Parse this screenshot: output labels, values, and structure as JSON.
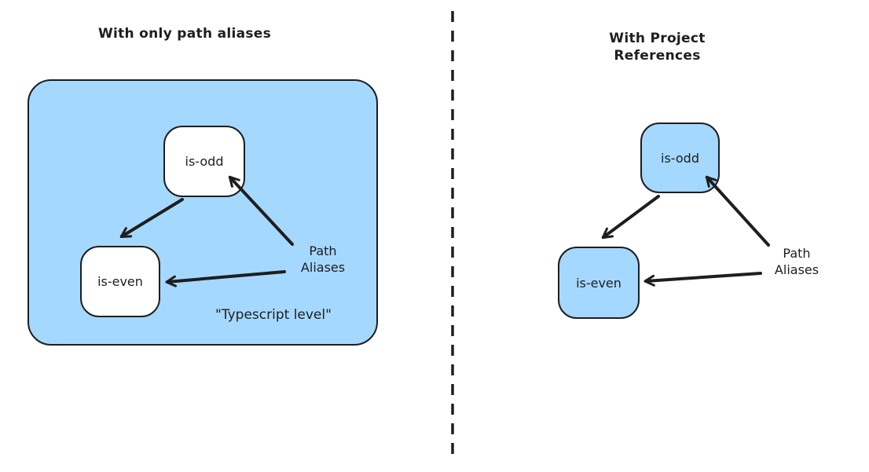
{
  "diagram": {
    "left": {
      "title": "With only path aliases",
      "node_is_odd": "is-odd",
      "node_is_even": "is-even",
      "annotation_line1": "Path",
      "annotation_line2": "Aliases",
      "container_caption": "\"Typescript level\""
    },
    "right": {
      "title": "With Project References",
      "node_is_odd": "is-odd",
      "node_is_even": "is-even",
      "annotation_line1": "Path",
      "annotation_line2": "Aliases"
    },
    "colors": {
      "node_fill_blue": "#a5d8ff",
      "stroke": "#1e1e1e",
      "background": "#ffffff"
    }
  }
}
